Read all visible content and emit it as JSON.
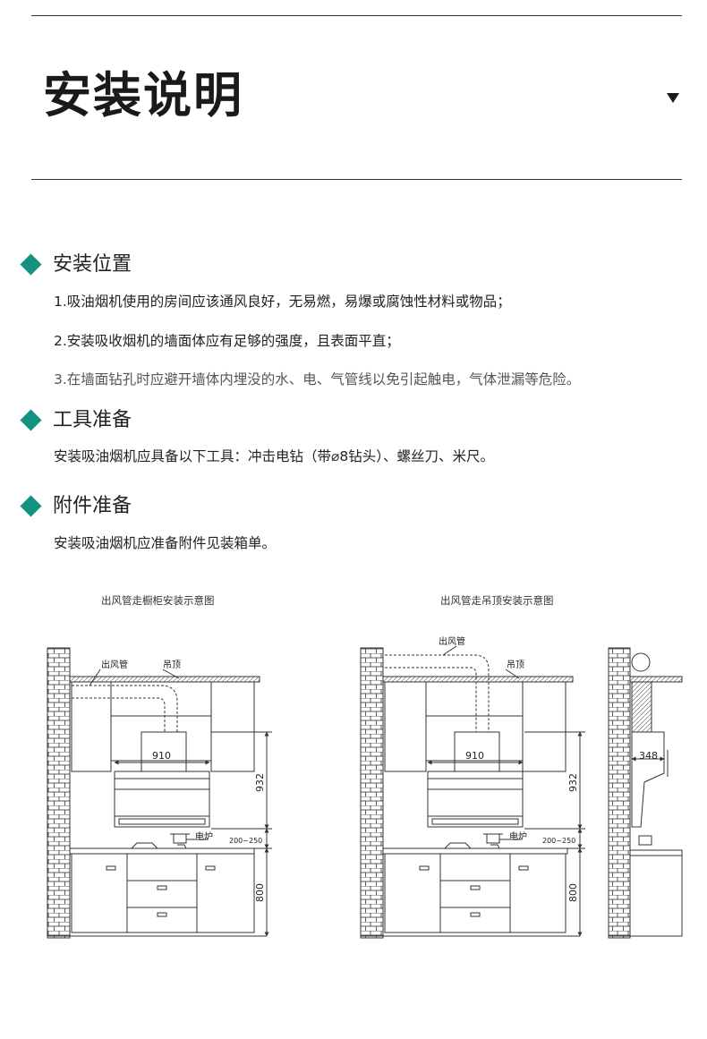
{
  "header": {
    "title": "安装说明"
  },
  "sections": [
    {
      "title": "安装位置",
      "items": [
        "1.吸油烟机使用的房间应该通风良好，无易燃，易爆或腐蚀性材料或物品；",
        "2.安装吸收烟机的墙面体应有足够的强度，且表面平直；",
        "3.在墙面钻孔时应避开墙体内埋没的水、电、气管线以免引起触电，气体泄漏等危险。"
      ]
    },
    {
      "title": "工具准备",
      "items": [
        "安装吸油烟机应具备以下工具：冲击电钻（带⌀8钻头）、螺丝刀、米尺。"
      ]
    },
    {
      "title": "附件准备",
      "items": [
        "安装吸油烟机应准备附件见装箱单。"
      ]
    }
  ],
  "diagrams": [
    {
      "caption": "出风管走橱柜安装示意图",
      "labels": {
        "duct": "出风管",
        "ceiling": "吊顶",
        "stove": "电炉",
        "width": "910",
        "hood_height": "932",
        "gap": "200~250",
        "counter_height": "800"
      }
    },
    {
      "caption": "出风管走吊顶安装示意图",
      "labels": {
        "duct": "出风管",
        "ceiling": "吊顶",
        "stove": "电炉",
        "width": "910",
        "hood_height": "932",
        "gap": "200~250",
        "counter_height": "800",
        "depth": "348"
      }
    }
  ],
  "colors": {
    "accent": "#13927f",
    "text": "#222222"
  },
  "icons": {
    "header_marker": "triangle-down-icon",
    "section_marker": "diamond-icon"
  }
}
